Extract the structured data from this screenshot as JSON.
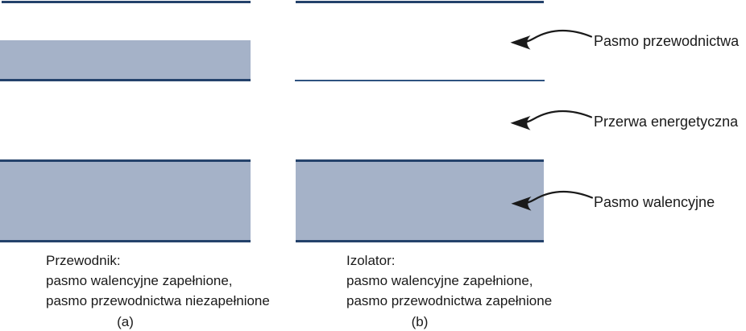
{
  "figure": {
    "type": "energy-band-diagram",
    "colors": {
      "background": "#ffffff",
      "band_fill": "#a5b2c8",
      "band_border": "#24426b",
      "thin_line": "#2e5380",
      "text": "#1a1a1a",
      "arrow": "#1a1a1a"
    },
    "callouts": [
      {
        "label": "Pasmo przewodnictwa"
      },
      {
        "label": "Przerwa energetyczna"
      },
      {
        "label": "Pasmo walencyjne"
      }
    ],
    "panels": [
      {
        "caption": "(a)",
        "title": "Przewodnik:",
        "line1": "pasmo walencyjne zapełnione,",
        "line2": "pasmo przewodnictwa niezapełnione"
      },
      {
        "caption": "(b)",
        "title": "Izolator:",
        "line1": "pasmo walencyjne zapełnione,",
        "line2": "pasmo przewodnictwa zapełnione"
      }
    ]
  }
}
